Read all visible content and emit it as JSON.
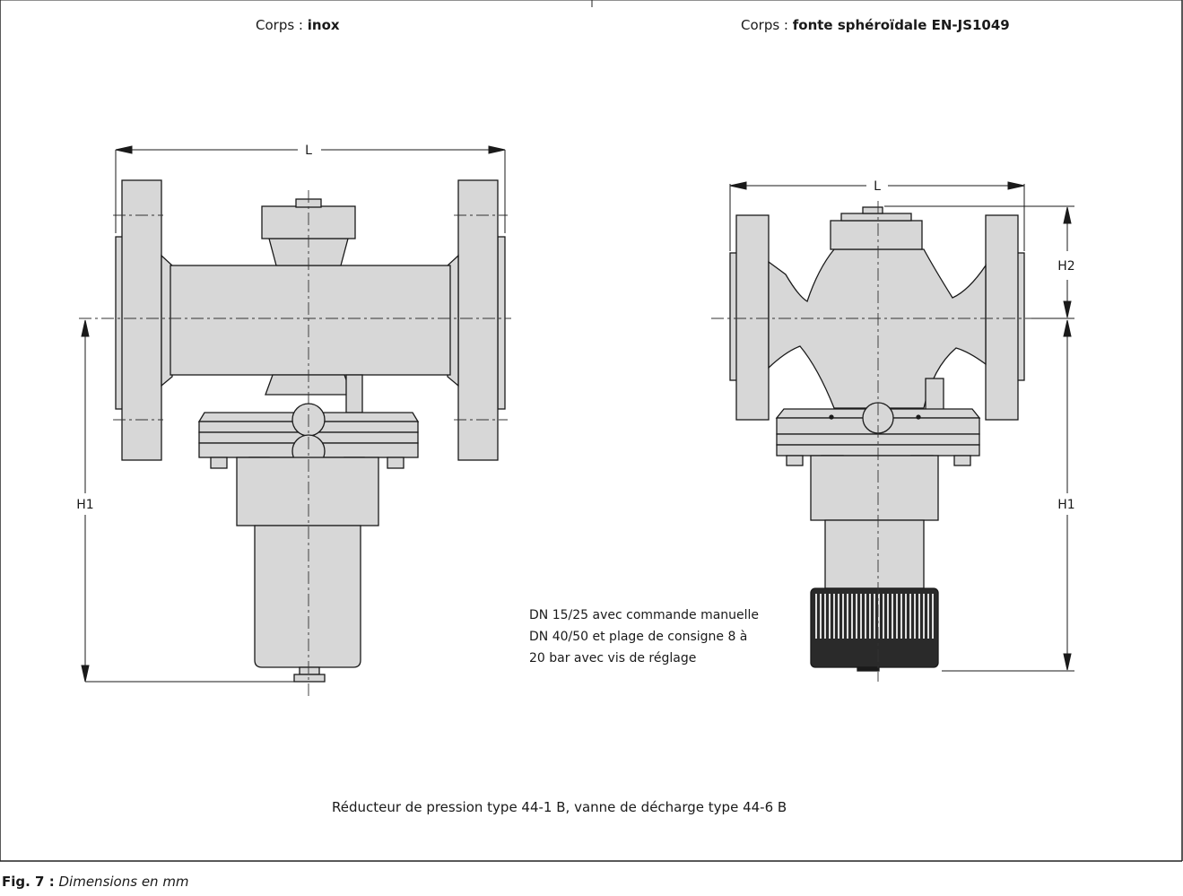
{
  "left_header": {
    "prefix": "Corps : ",
    "material": "inox"
  },
  "right_header": {
    "prefix": "Corps : ",
    "material": "fonte sphéroïdale EN-JS1049"
  },
  "dims": {
    "L_left": "L",
    "H1_left": "H1",
    "L_right": "L",
    "H1_right": "H1",
    "H2_right": "H2"
  },
  "note": {
    "line1": "DN 15/25 avec commande manuelle",
    "line2": "DN 40/50 et plage de consigne 8 à",
    "line3": "20 bar avec vis de réglage"
  },
  "subtitle": "Réducteur de pression type 44-1 B, vanne de décharge type 44-6 B",
  "figure": {
    "number": "Fig. 7 :",
    "caption": "Dimensions en mm"
  },
  "colors": {
    "body": "#d7d7d7",
    "outline": "#1a1a1a",
    "frame": "#222222"
  }
}
